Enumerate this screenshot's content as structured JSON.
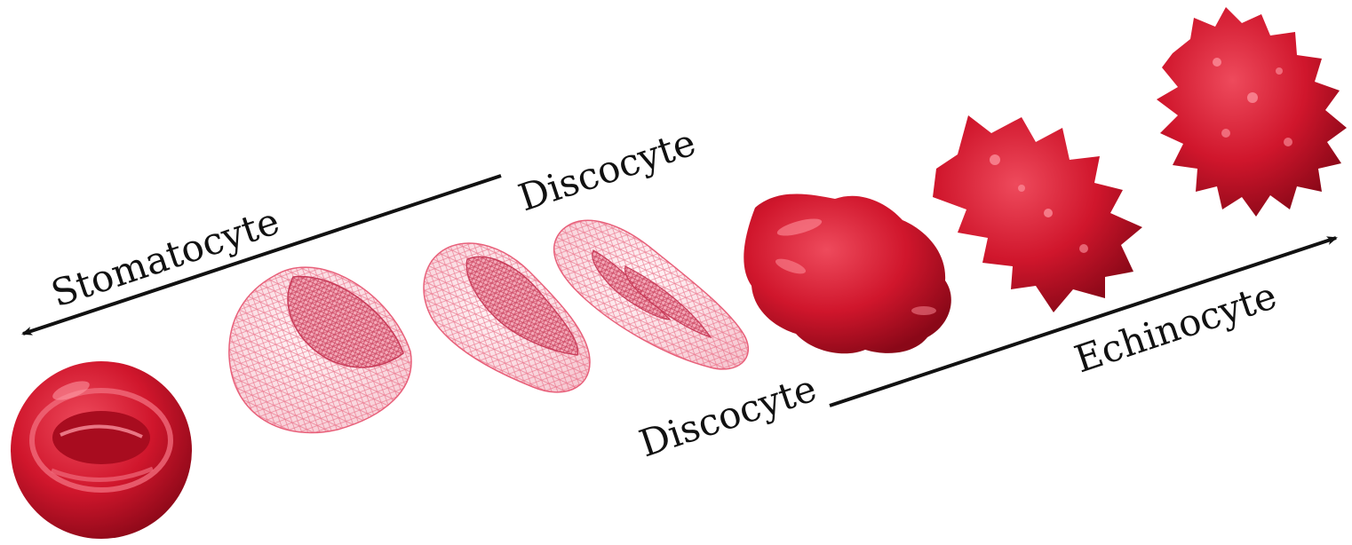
{
  "labels": {
    "stomatocyte": "Stomatocyte",
    "discocyte_upper": "Discocyte",
    "discocyte_lower": "Discocyte",
    "echinocyte": "Echinocyte"
  },
  "colors": {
    "cell_red": "#d0162c",
    "cell_dark": "#9c0a1c",
    "mesh_pink": "#e8607a",
    "mesh_fill": "#fbe4e8",
    "arrow": "#111111"
  },
  "cells": [
    {
      "name": "stomatocyte-solid-cell",
      "style": "solid",
      "shape": "cup"
    },
    {
      "name": "stomatocyte-mesh-cell",
      "style": "mesh",
      "shape": "bowl"
    },
    {
      "name": "intermediate-mesh-cell",
      "style": "mesh",
      "shape": "curved"
    },
    {
      "name": "discocyte-mesh-cell",
      "style": "mesh",
      "shape": "biconcave"
    },
    {
      "name": "discocyte-solid-cell",
      "style": "solid",
      "shape": "wavy"
    },
    {
      "name": "echinocyte-mid-cell",
      "style": "solid",
      "shape": "spiked"
    },
    {
      "name": "echinocyte-final-cell",
      "style": "solid",
      "shape": "spheroid-spiked"
    }
  ]
}
